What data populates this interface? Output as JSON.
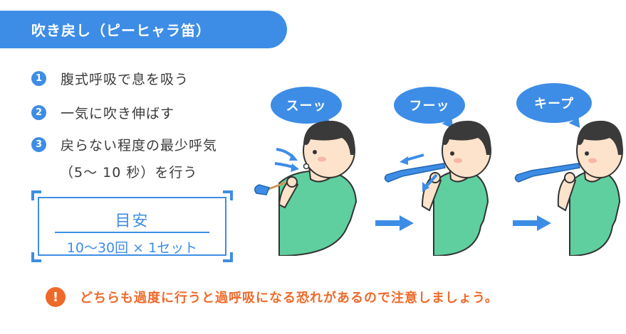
{
  "title": "吹き戻し（ピーヒャラ笛）",
  "steps": [
    {
      "num": "1",
      "text": "腹式呼吸で息を吸う"
    },
    {
      "num": "2",
      "text": "一気に吹き伸ばす"
    },
    {
      "num": "3",
      "text": "戻らない程度の最少呼気"
    }
  ],
  "step3_sub": "（5～ 10 秒）を行う",
  "target": {
    "label": "目安",
    "value": "10〜30回 × 1セット"
  },
  "bubbles": [
    "スーッ",
    "フーッ",
    "キープ"
  ],
  "warning": {
    "icon": "!",
    "text": "どちらも過度に行うと過呼吸になる恐れがあるので注意しましょう。"
  },
  "colors": {
    "accent": "#3d8de6",
    "shirt": "#5fcf9f",
    "skin": "#fde3cc",
    "hair": "#3a3a3a",
    "warning": "#ee6a2a"
  }
}
